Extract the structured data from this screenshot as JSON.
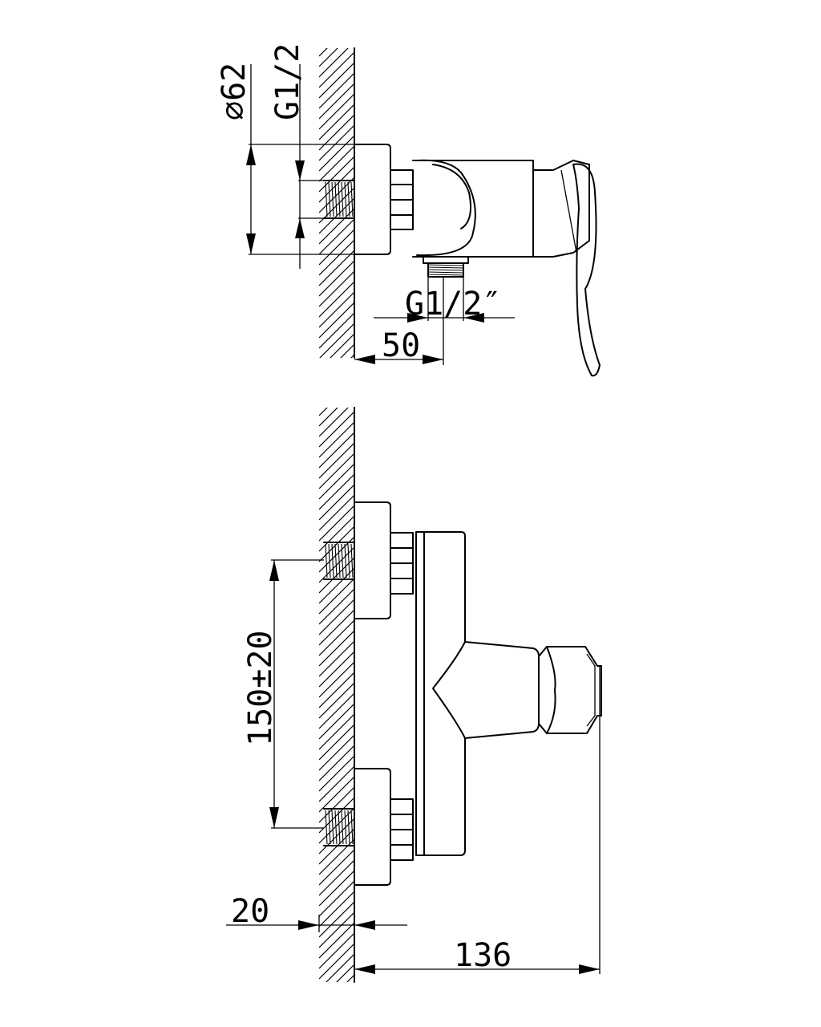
{
  "dimensions": {
    "outer_diameter": "∅62",
    "inlet_thread": "G1/2",
    "outlet_thread": "G1/2″",
    "outlet_offset": "50",
    "inlet_spacing": "150±20",
    "wall_depth": "20",
    "overall_depth": "136"
  }
}
